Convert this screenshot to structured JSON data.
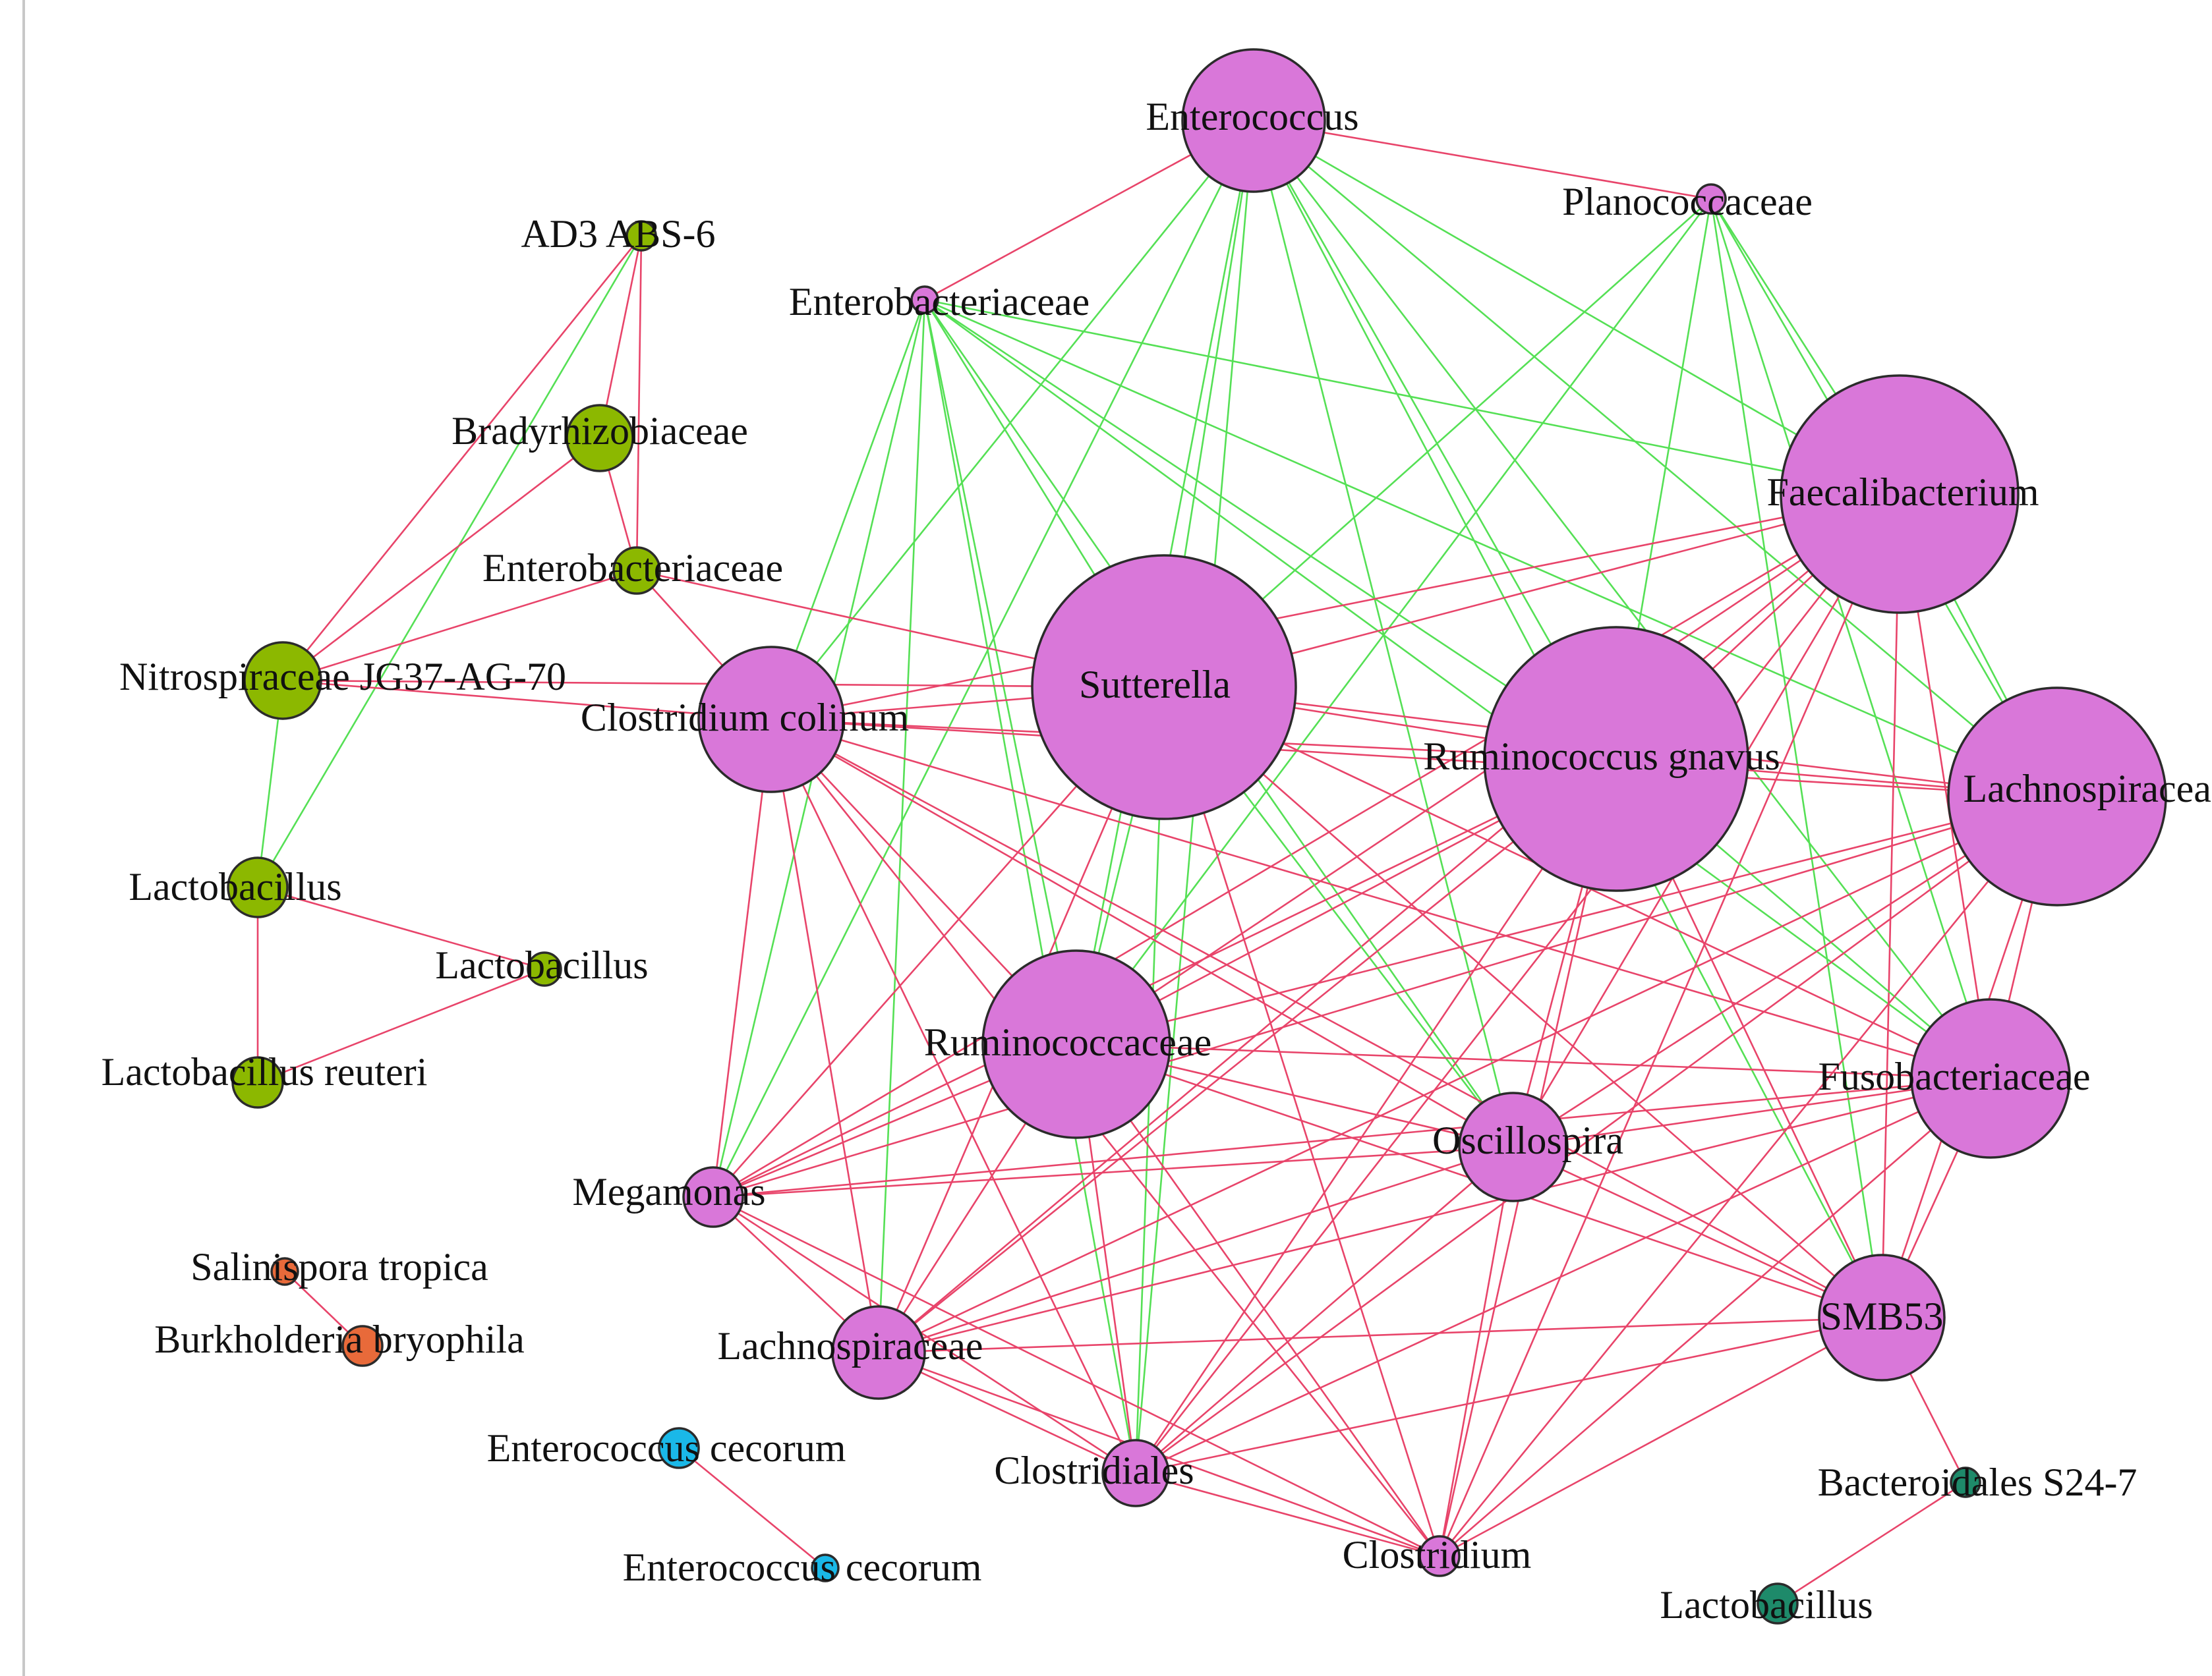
{
  "colors": {
    "positive_edge": "#55e055",
    "negative_edge": "#e8446a",
    "node_stroke": "#2b2b2b",
    "groups": {
      "purple": "#d977d9",
      "olive": "#8cb800",
      "orange": "#e86a3a",
      "cyan": "#1ab8e8",
      "teal": "#1e8a6a"
    }
  },
  "nodes": [
    {
      "id": "enterococcus",
      "label": "Enterococcus",
      "group": "purple",
      "size": 1.08
    },
    {
      "id": "planococcaceae",
      "label": "Planococcaceae",
      "group": "purple",
      "size": 0.22
    },
    {
      "id": "enterobacteriaceae_p",
      "label": "Enterobacteriaceae",
      "group": "purple",
      "size": 0.2
    },
    {
      "id": "faecalibacterium",
      "label": "Faecalibacterium",
      "group": "purple",
      "size": 1.8
    },
    {
      "id": "sutterella",
      "label": "Sutterella",
      "group": "purple",
      "size": 2.0
    },
    {
      "id": "ruminococcus_gnavus",
      "label": "Ruminococcus gnavus",
      "group": "purple",
      "size": 2.0
    },
    {
      "id": "clostridium_colinum",
      "label": "Clostridium colinum",
      "group": "purple",
      "size": 1.1
    },
    {
      "id": "lachnospiraceae_big",
      "label": "Lachnospiraceae",
      "group": "purple",
      "size": 1.65
    },
    {
      "id": "ruminococcaceae",
      "label": "Ruminococcaceae",
      "group": "purple",
      "size": 1.42
    },
    {
      "id": "fusobacteriaceae",
      "label": "Fusobacteriaceae",
      "group": "purple",
      "size": 1.2
    },
    {
      "id": "oscillospira",
      "label": "Oscillospira",
      "group": "purple",
      "size": 0.82
    },
    {
      "id": "megamonas",
      "label": "Megamonas",
      "group": "purple",
      "size": 0.45
    },
    {
      "id": "smb53",
      "label": "SMB53",
      "group": "purple",
      "size": 0.95
    },
    {
      "id": "lachnospiraceae_small",
      "label": "Lachnospiraceae",
      "group": "purple",
      "size": 0.7
    },
    {
      "id": "clostridiales",
      "label": "Clostridiales",
      "group": "purple",
      "size": 0.5
    },
    {
      "id": "clostridium",
      "label": "Clostridium",
      "group": "purple",
      "size": 0.3
    },
    {
      "id": "ad3_abs6",
      "label": "AD3 ABS-6",
      "group": "olive",
      "size": 0.22
    },
    {
      "id": "bradyrhizobiaceae",
      "label": "Bradyrhizobiaceae",
      "group": "olive",
      "size": 0.5
    },
    {
      "id": "enterobacteriaceae_o",
      "label": "Enterobacteriaceae",
      "group": "olive",
      "size": 0.35
    },
    {
      "id": "nitrospiraceae",
      "label": "Nitrospiraceae JG37-AG-70",
      "group": "olive",
      "size": 0.58
    },
    {
      "id": "lactobacillus_1",
      "label": "Lactobacillus",
      "group": "olive",
      "size": 0.45
    },
    {
      "id": "lactobacillus_2",
      "label": "Lactobacillus",
      "group": "olive",
      "size": 0.25
    },
    {
      "id": "lactobacillus_reuteri",
      "label": "Lactobacillus reuteri",
      "group": "olive",
      "size": 0.38
    },
    {
      "id": "salinispora",
      "label": "Salinispora tropica",
      "group": "orange",
      "size": 0.2
    },
    {
      "id": "burkholderia",
      "label": "Burkholderia bryophila",
      "group": "orange",
      "size": 0.3
    },
    {
      "id": "enterococcus_cecorum_1",
      "label": "Enterococcus cecorum",
      "group": "cyan",
      "size": 0.3
    },
    {
      "id": "enterococcus_cecorum_2",
      "label": "Enterococcus cecorum",
      "group": "cyan",
      "size": 0.2
    },
    {
      "id": "bacteroidales",
      "label": "Bacteroidales S24-7",
      "group": "teal",
      "size": 0.22
    },
    {
      "id": "lactobacillus_3",
      "label": "Lactobacillus",
      "group": "teal",
      "size": 0.3
    }
  ],
  "edges": [
    [
      "enterococcus",
      "enterobacteriaceae_p",
      "neg"
    ],
    [
      "enterococcus",
      "planococcaceae",
      "neg"
    ],
    [
      "enterococcus",
      "faecalibacterium",
      "pos"
    ],
    [
      "enterococcus",
      "sutterella",
      "pos"
    ],
    [
      "enterococcus",
      "ruminococcus_gnavus",
      "pos"
    ],
    [
      "enterococcus",
      "clostridium_colinum",
      "pos"
    ],
    [
      "enterococcus",
      "lachnospiraceae_big",
      "pos"
    ],
    [
      "enterococcus",
      "ruminococcaceae",
      "pos"
    ],
    [
      "enterococcus",
      "fusobacteriaceae",
      "pos"
    ],
    [
      "enterococcus",
      "oscillospira",
      "pos"
    ],
    [
      "enterococcus",
      "megamonas",
      "pos"
    ],
    [
      "enterococcus",
      "clostridiales",
      "pos"
    ],
    [
      "enterococcus",
      "smb53",
      "pos"
    ],
    [
      "planococcaceae",
      "faecalibacterium",
      "pos"
    ],
    [
      "planococcaceae",
      "sutterella",
      "pos"
    ],
    [
      "planococcaceae",
      "ruminococcus_gnavus",
      "pos"
    ],
    [
      "planococcaceae",
      "lachnospiraceae_big",
      "pos"
    ],
    [
      "planococcaceae",
      "ruminococcaceae",
      "pos"
    ],
    [
      "planococcaceae",
      "fusobacteriaceae",
      "pos"
    ],
    [
      "planococcaceae",
      "smb53",
      "pos"
    ],
    [
      "enterobacteriaceae_p",
      "faecalibacterium",
      "pos"
    ],
    [
      "enterobacteriaceae_p",
      "sutterella",
      "pos"
    ],
    [
      "enterobacteriaceae_p",
      "ruminococcus_gnavus",
      "pos"
    ],
    [
      "enterobacteriaceae_p",
      "lachnospiraceae_big",
      "pos"
    ],
    [
      "enterobacteriaceae_p",
      "ruminococcaceae",
      "pos"
    ],
    [
      "enterobacteriaceae_p",
      "fusobacteriaceae",
      "pos"
    ],
    [
      "enterobacteriaceae_p",
      "oscillospira",
      "pos"
    ],
    [
      "enterobacteriaceae_p",
      "megamonas",
      "pos"
    ],
    [
      "enterobacteriaceae_p",
      "lachnospiraceae_small",
      "pos"
    ],
    [
      "enterobacteriaceae_p",
      "clostridiales",
      "pos"
    ],
    [
      "enterobacteriaceae_p",
      "clostridium_colinum",
      "pos"
    ],
    [
      "faecalibacterium",
      "sutterella",
      "neg"
    ],
    [
      "faecalibacterium",
      "ruminococcus_gnavus",
      "neg"
    ],
    [
      "faecalibacterium",
      "clostridium_colinum",
      "neg"
    ],
    [
      "faecalibacterium",
      "ruminococcaceae",
      "neg"
    ],
    [
      "faecalibacterium",
      "fusobacteriaceae",
      "neg"
    ],
    [
      "faecalibacterium",
      "oscillospira",
      "neg"
    ],
    [
      "faecalibacterium",
      "megamonas",
      "neg"
    ],
    [
      "faecalibacterium",
      "smb53",
      "neg"
    ],
    [
      "faecalibacterium",
      "lachnospiraceae_small",
      "neg"
    ],
    [
      "faecalibacterium",
      "clostridiales",
      "neg"
    ],
    [
      "faecalibacterium",
      "clostridium",
      "neg"
    ],
    [
      "faecalibacterium",
      "lachnospiraceae_big",
      "pos"
    ],
    [
      "sutterella",
      "ruminococcus_gnavus",
      "neg"
    ],
    [
      "sutterella",
      "clostridium_colinum",
      "neg"
    ],
    [
      "sutterella",
      "lachnospiraceae_big",
      "neg"
    ],
    [
      "sutterella",
      "ruminococcaceae",
      "pos"
    ],
    [
      "sutterella",
      "fusobacteriaceae",
      "neg"
    ],
    [
      "sutterella",
      "oscillospira",
      "pos"
    ],
    [
      "sutterella",
      "megamonas",
      "neg"
    ],
    [
      "sutterella",
      "smb53",
      "neg"
    ],
    [
      "sutterella",
      "lachnospiraceae_small",
      "neg"
    ],
    [
      "sutterella",
      "clostridiales",
      "pos"
    ],
    [
      "sutterella",
      "clostridium",
      "neg"
    ],
    [
      "sutterella",
      "enterobacteriaceae_o",
      "neg"
    ],
    [
      "sutterella",
      "nitrospiraceae",
      "neg"
    ],
    [
      "ruminococcus_gnavus",
      "clostridium_colinum",
      "neg"
    ],
    [
      "ruminococcus_gnavus",
      "lachnospiraceae_big",
      "neg"
    ],
    [
      "ruminococcus_gnavus",
      "ruminococcaceae",
      "neg"
    ],
    [
      "ruminococcus_gnavus",
      "fusobacteriaceae",
      "pos"
    ],
    [
      "ruminococcus_gnavus",
      "oscillospira",
      "neg"
    ],
    [
      "ruminococcus_gnavus",
      "megamonas",
      "neg"
    ],
    [
      "ruminococcus_gnavus",
      "smb53",
      "neg"
    ],
    [
      "ruminococcus_gnavus",
      "lachnospiraceae_small",
      "neg"
    ],
    [
      "ruminococcus_gnavus",
      "clostridiales",
      "neg"
    ],
    [
      "ruminococcus_gnavus",
      "clostridium",
      "neg"
    ],
    [
      "clostridium_colinum",
      "lachnospiraceae_big",
      "neg"
    ],
    [
      "clostridium_colinum",
      "ruminococcaceae",
      "neg"
    ],
    [
      "clostridium_colinum",
      "fusobacteriaceae",
      "neg"
    ],
    [
      "clostridium_colinum",
      "oscillospira",
      "neg"
    ],
    [
      "clostridium_colinum",
      "megamonas",
      "neg"
    ],
    [
      "clostridium_colinum",
      "smb53",
      "neg"
    ],
    [
      "clostridium_colinum",
      "lachnospiraceae_small",
      "neg"
    ],
    [
      "clostridium_colinum",
      "clostridiales",
      "neg"
    ],
    [
      "clostridium_colinum",
      "clostridium",
      "neg"
    ],
    [
      "clostridium_colinum",
      "enterobacteriaceae_o",
      "neg"
    ],
    [
      "lachnospiraceae_big",
      "ruminococcaceae",
      "neg"
    ],
    [
      "lachnospiraceae_big",
      "fusobacteriaceae",
      "neg"
    ],
    [
      "lachnospiraceae_big",
      "oscillospira",
      "neg"
    ],
    [
      "lachnospiraceae_big",
      "megamonas",
      "neg"
    ],
    [
      "lachnospiraceae_big",
      "smb53",
      "neg"
    ],
    [
      "lachnospiraceae_big",
      "lachnospiraceae_small",
      "neg"
    ],
    [
      "lachnospiraceae_big",
      "clostridiales",
      "neg"
    ],
    [
      "lachnospiraceae_big",
      "clostridium",
      "neg"
    ],
    [
      "ruminococcaceae",
      "fusobacteriaceae",
      "neg"
    ],
    [
      "ruminococcaceae",
      "oscillospira",
      "neg"
    ],
    [
      "ruminococcaceae",
      "megamonas",
      "neg"
    ],
    [
      "ruminococcaceae",
      "smb53",
      "neg"
    ],
    [
      "ruminococcaceae",
      "lachnospiraceae_small",
      "neg"
    ],
    [
      "ruminococcaceae",
      "clostridiales",
      "neg"
    ],
    [
      "ruminococcaceae",
      "clostridium",
      "neg"
    ],
    [
      "fusobacteriaceae",
      "oscillospira",
      "neg"
    ],
    [
      "fusobacteriaceae",
      "megamonas",
      "neg"
    ],
    [
      "fusobacteriaceae",
      "smb53",
      "neg"
    ],
    [
      "fusobacteriaceae",
      "lachnospiraceae_small",
      "neg"
    ],
    [
      "fusobacteriaceae",
      "clostridiales",
      "neg"
    ],
    [
      "fusobacteriaceae",
      "clostridium",
      "neg"
    ],
    [
      "oscillospira",
      "megamonas",
      "neg"
    ],
    [
      "oscillospira",
      "smb53",
      "neg"
    ],
    [
      "oscillospira",
      "lachnospiraceae_small",
      "neg"
    ],
    [
      "oscillospira",
      "clostridiales",
      "neg"
    ],
    [
      "oscillospira",
      "clostridium",
      "neg"
    ],
    [
      "megamonas",
      "lachnospiraceae_small",
      "neg"
    ],
    [
      "megamonas",
      "clostridiales",
      "neg"
    ],
    [
      "megamonas",
      "clostridium",
      "neg"
    ],
    [
      "smb53",
      "lachnospiraceae_small",
      "neg"
    ],
    [
      "smb53",
      "clostridiales",
      "neg"
    ],
    [
      "smb53",
      "clostridium",
      "neg"
    ],
    [
      "smb53",
      "bacteroidales",
      "neg"
    ],
    [
      "lachnospiraceae_small",
      "clostridiales",
      "neg"
    ],
    [
      "lachnospiraceae_small",
      "clostridium",
      "neg"
    ],
    [
      "clostridiales",
      "clostridium",
      "neg"
    ],
    [
      "ad3_abs6",
      "bradyrhizobiaceae",
      "neg"
    ],
    [
      "ad3_abs6",
      "enterobacteriaceae_o",
      "neg"
    ],
    [
      "ad3_abs6",
      "nitrospiraceae",
      "neg"
    ],
    [
      "ad3_abs6",
      "lactobacillus_1",
      "pos"
    ],
    [
      "bradyrhizobiaceae",
      "enterobacteriaceae_o",
      "neg"
    ],
    [
      "bradyrhizobiaceae",
      "nitrospiraceae",
      "neg"
    ],
    [
      "enterobacteriaceae_o",
      "nitrospiraceae",
      "neg"
    ],
    [
      "nitrospiraceae",
      "lactobacillus_1",
      "pos"
    ],
    [
      "nitrospiraceae",
      "clostridium_colinum",
      "neg"
    ],
    [
      "lactobacillus_1",
      "lactobacillus_reuteri",
      "neg"
    ],
    [
      "lactobacillus_1",
      "lactobacillus_2",
      "neg"
    ],
    [
      "lactobacillus_reuteri",
      "lactobacillus_2",
      "neg"
    ],
    [
      "salinispora",
      "burkholderia",
      "neg"
    ],
    [
      "enterococcus_cecorum_1",
      "enterococcus_cecorum_2",
      "neg"
    ],
    [
      "bacteroidales",
      "lactobacillus_3",
      "neg"
    ]
  ]
}
